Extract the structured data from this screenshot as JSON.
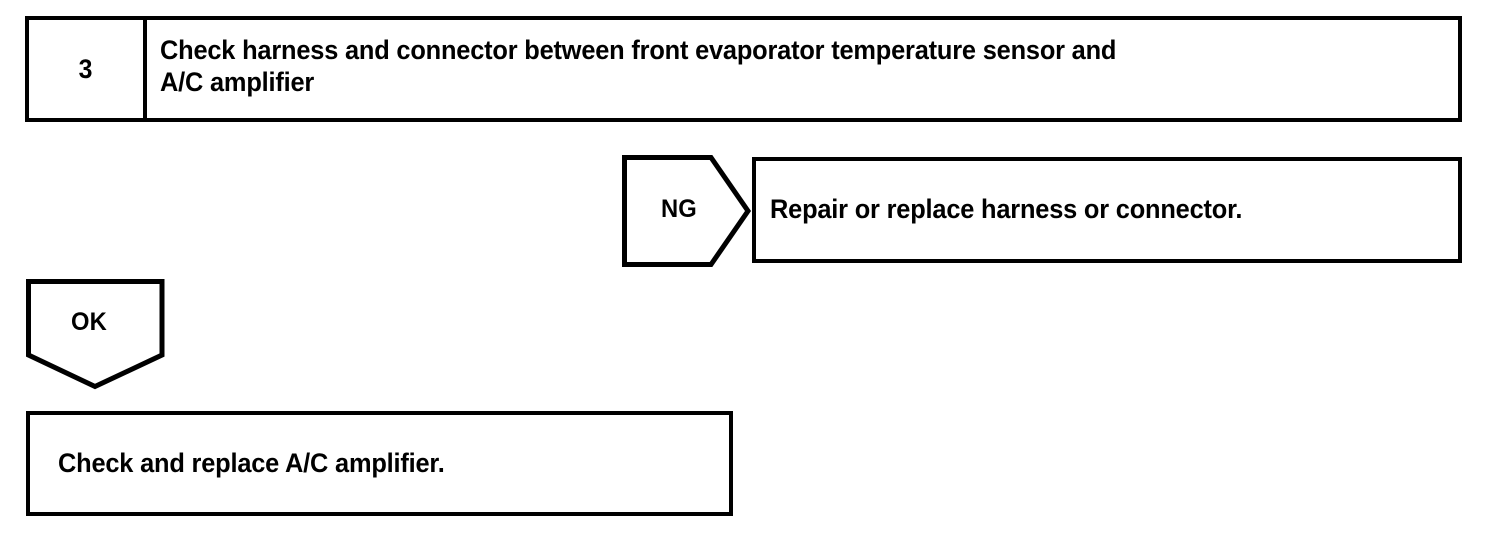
{
  "flowchart": {
    "title_step": {
      "number": "3",
      "instruction": "Check harness and connector between front evaporator temperature sensor and\nA/C amplifier"
    },
    "branches": [
      {
        "label": "NG",
        "direction": "right",
        "result": "Repair or replace harness or connector."
      },
      {
        "label": "OK",
        "direction": "down",
        "result": "Check and replace A/C amplifier."
      }
    ],
    "ng_branch": {
      "label": "NG",
      "result": "Repair or replace harness or connector."
    },
    "ok_branch": {
      "label": "OK",
      "result": "Check and replace A/C amplifier."
    },
    "colors": {
      "stroke": "#000000",
      "fill": "#ffffff",
      "text": "#000000"
    }
  }
}
